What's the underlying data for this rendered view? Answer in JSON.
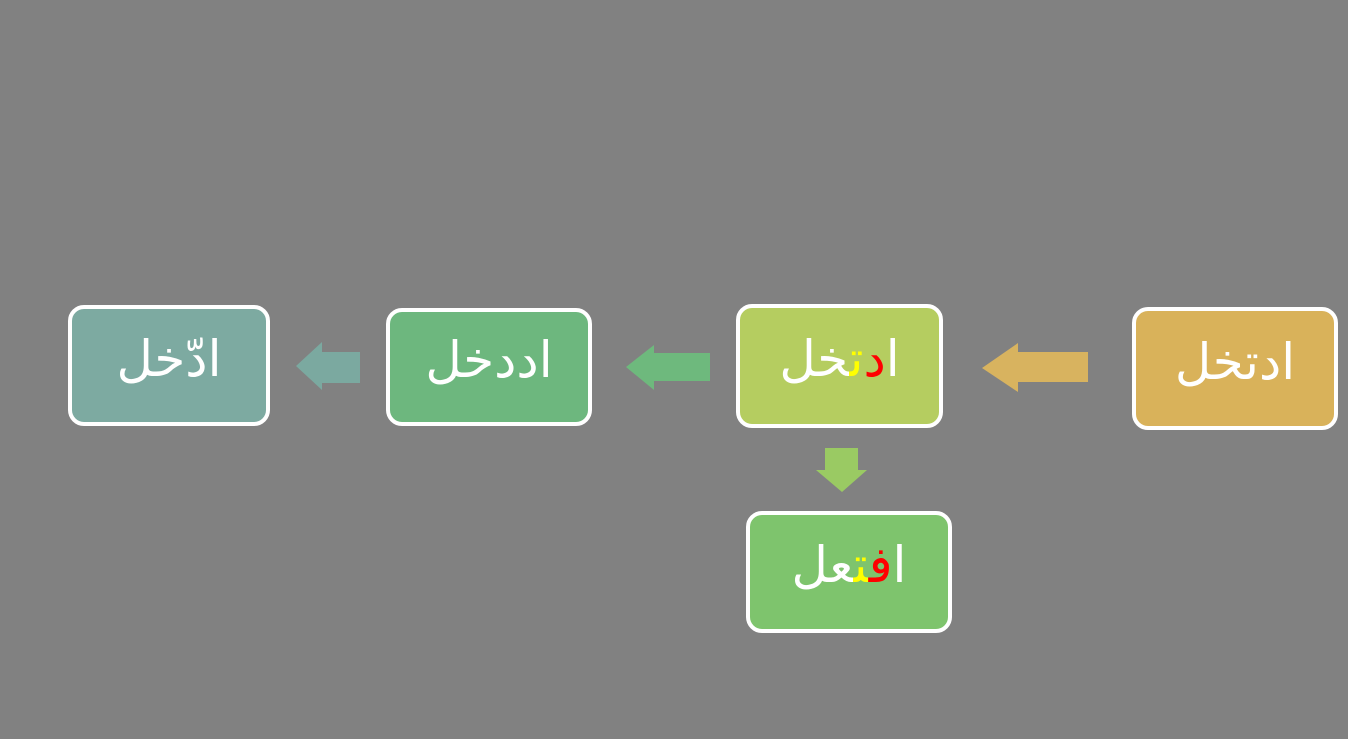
{
  "page": {
    "background_color": "#818181"
  },
  "diagram": {
    "type": "flow",
    "direction": "rtl",
    "nodes": [
      {
        "id": "step-1",
        "text": "ادتخل",
        "fill": "#d9b25a",
        "border_color": "#ffffff",
        "segments": [
          {
            "text": "ادتخل",
            "color": "#ffffff"
          }
        ]
      },
      {
        "id": "step-2",
        "text": "ادتخل",
        "fill": "#b5cd60",
        "border_color": "#ffffff",
        "segments": [
          {
            "text": "ا",
            "color": "#ffffff"
          },
          {
            "text": "د",
            "color": "#ff0000"
          },
          {
            "text": "ت‍",
            "color": "#ffff00"
          },
          {
            "text": "‍خل",
            "color": "#ffffff"
          }
        ]
      },
      {
        "id": "step-3",
        "text": "اددخل",
        "fill": "#6db77e",
        "border_color": "#ffffff",
        "segments": [
          {
            "text": "اددخل",
            "color": "#ffffff"
          }
        ]
      },
      {
        "id": "step-4",
        "text": "ادّخل",
        "fill": "#7daaa1",
        "border_color": "#ffffff",
        "segments": [
          {
            "text": "ادّخل",
            "color": "#ffffff"
          }
        ]
      },
      {
        "id": "pattern-result",
        "text": "افتعل",
        "fill": "#7ec46d",
        "border_color": "#ffffff",
        "segments": [
          {
            "text": "ا",
            "color": "#ffffff"
          },
          {
            "text": "ف‍",
            "color": "#ff0000"
          },
          {
            "text": "‍ت‍",
            "color": "#ffff00"
          },
          {
            "text": "‍عل",
            "color": "#ffffff"
          }
        ]
      }
    ],
    "arrows": [
      {
        "id": "arrow-step1-to-step2",
        "direction": "left",
        "color": "#d8b35f"
      },
      {
        "id": "arrow-step2-to-step3",
        "direction": "left",
        "color": "#6eb97d"
      },
      {
        "id": "arrow-step3-to-step4",
        "direction": "left",
        "color": "#7ba9a0"
      },
      {
        "id": "arrow-step2-to-result",
        "direction": "down",
        "color": "#9aca63"
      }
    ]
  }
}
